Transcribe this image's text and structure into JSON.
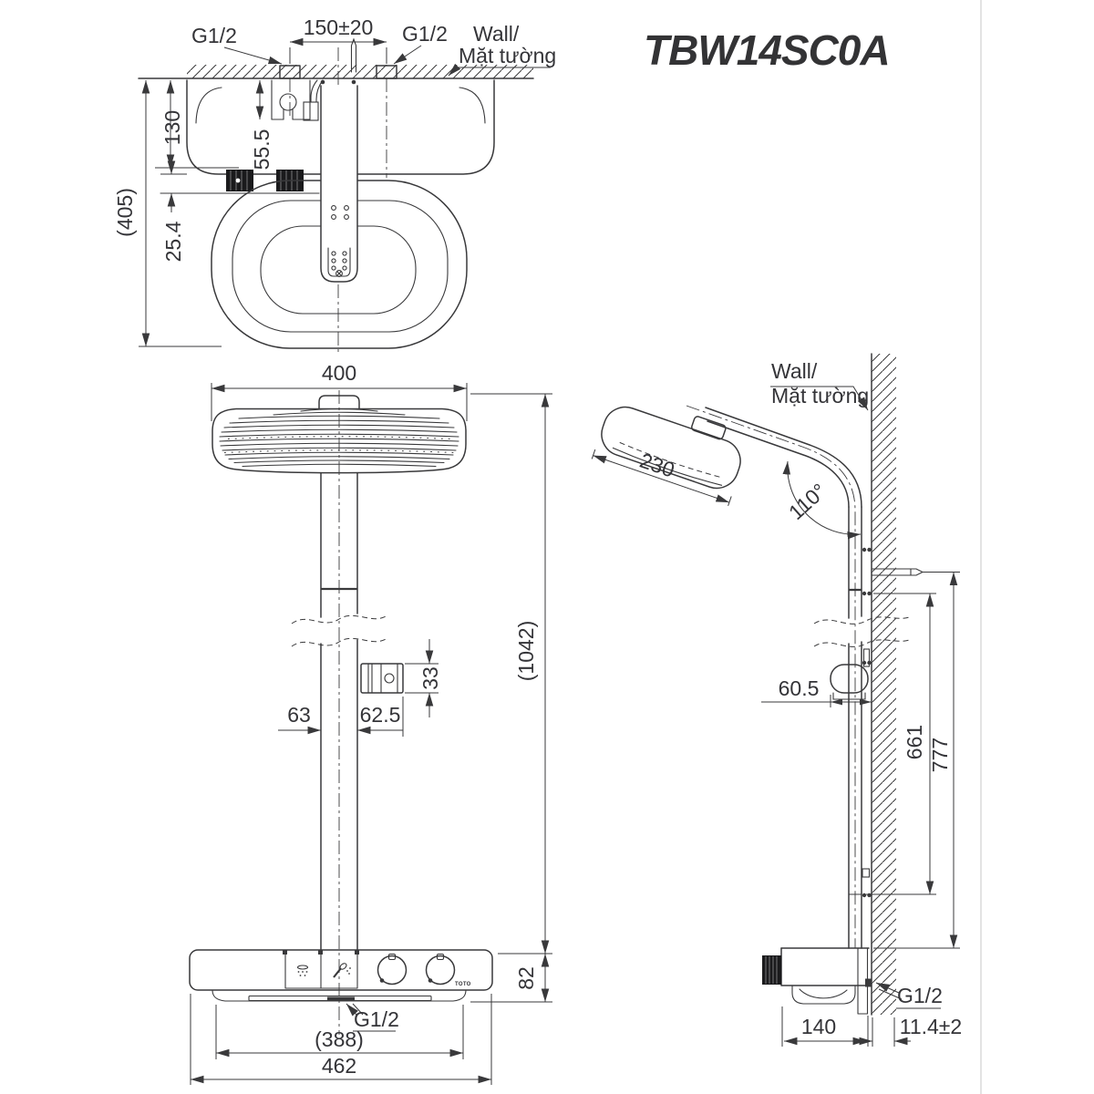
{
  "title": "TBW14SC0A",
  "brand": "TOTO",
  "colors": {
    "line": "#39393b",
    "title": "#333335",
    "background": "#ffffff",
    "page_edge": "#dadada"
  },
  "top_view": {
    "wall_label": [
      "Wall/",
      "Mặt tường"
    ],
    "inlet_left": "G1/2",
    "inlet_right": "G1/2",
    "dim_inlet_spacing": "150±20",
    "dim_bar_depth": "130",
    "dim_bracket_depth": "55.5",
    "dim_knob_offset": "25.4",
    "dim_overall_depth": "(405)"
  },
  "front_view": {
    "dim_head_width": "400",
    "dim_holder_size": "33",
    "dim_left_of_pole": "63",
    "dim_right_of_pole": "62.5",
    "dim_overall_height": "(1042)",
    "dim_bar_height": "82",
    "outlet_label": "G1/2",
    "dim_base_width": "(388)",
    "dim_bar_width": "462"
  },
  "side_view": {
    "wall_label": [
      "Wall/",
      "Mặt tường"
    ],
    "dim_head_depth": "230",
    "dim_arm_angle": "110°",
    "dim_holder_depth": "60.5",
    "dim_pipe_lower": "661",
    "dim_pipe_upper": "777",
    "dim_unit_depth": "140",
    "dim_wall_offset": "11.4±2",
    "inlet_label": "G1/2"
  }
}
